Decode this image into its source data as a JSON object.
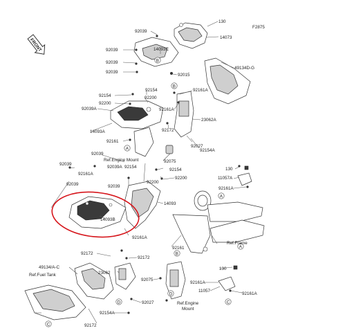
{
  "diagram": {
    "figure_code": "F2875",
    "front_label": "FRONT",
    "labels": [
      {
        "id": "l130a",
        "text": "130"
      },
      {
        "id": "l14073",
        "text": "14073"
      },
      {
        "id": "l92039a",
        "text": "92039"
      },
      {
        "id": "l92039b",
        "text": "92039"
      },
      {
        "id": "l14093c",
        "text": "14093C"
      },
      {
        "id": "l92039c",
        "text": "92039"
      },
      {
        "id": "l49134g",
        "text": "49134D-G"
      },
      {
        "id": "l92039d",
        "text": "92039"
      },
      {
        "id": "l92015",
        "text": "92015"
      },
      {
        "id": "l92154a",
        "text": "92154"
      },
      {
        "id": "l92154b",
        "text": "92154"
      },
      {
        "id": "l92161a",
        "text": "92161A"
      },
      {
        "id": "l92200a",
        "text": "92200"
      },
      {
        "id": "l92200b",
        "text": "92200"
      },
      {
        "id": "l92039e",
        "text": "92039A"
      },
      {
        "id": "l92161b",
        "text": "92161A"
      },
      {
        "id": "l23062a",
        "text": "23062A"
      },
      {
        "id": "l14093a",
        "text": "14093A"
      },
      {
        "id": "l92172a",
        "text": "92172"
      },
      {
        "id": "l92161c",
        "text": "92161"
      },
      {
        "id": "l92027a",
        "text": "92027"
      },
      {
        "id": "l92154c",
        "text": "92154A"
      },
      {
        "id": "l92039f",
        "text": "92039"
      },
      {
        "id": "l92075a",
        "text": "92075"
      },
      {
        "id": "l92039g",
        "text": "92039"
      },
      {
        "id": "lrefeng1",
        "text": "Ref.Engine Mount"
      },
      {
        "id": "l92039h",
        "text": "92039A"
      },
      {
        "id": "l92154d",
        "text": "92154"
      },
      {
        "id": "l92154e",
        "text": "92154"
      },
      {
        "id": "l92161d",
        "text": "92161A"
      },
      {
        "id": "l92039i",
        "text": "92039"
      },
      {
        "id": "l92200c",
        "text": "92200"
      },
      {
        "id": "l130b",
        "text": "130"
      },
      {
        "id": "l92200d",
        "text": "92200"
      },
      {
        "id": "l11057a",
        "text": "11057A"
      },
      {
        "id": "l92039j",
        "text": "92039"
      },
      {
        "id": "l92161e",
        "text": "92161A"
      },
      {
        "id": "l14093",
        "text": "14093"
      },
      {
        "id": "l14093b",
        "text": "14093B"
      },
      {
        "id": "l92161f",
        "text": "92161A"
      },
      {
        "id": "l92161g",
        "text": "92161"
      },
      {
        "id": "lreffr",
        "text": "Ref.Frame"
      },
      {
        "id": "l92172b",
        "text": "92172"
      },
      {
        "id": "l92172c",
        "text": "92172"
      },
      {
        "id": "l49134ac",
        "text": "49134/A-C"
      },
      {
        "id": "lreffuel",
        "text": "Ref.Fuel Tank"
      },
      {
        "id": "l23062",
        "text": "23062"
      },
      {
        "id": "l130c",
        "text": "130"
      },
      {
        "id": "l92075b",
        "text": "92075"
      },
      {
        "id": "l92161h",
        "text": "92161A"
      },
      {
        "id": "l11057b",
        "text": "11057"
      },
      {
        "id": "l92161i",
        "text": "92161A"
      },
      {
        "id": "l92027b",
        "text": "92027"
      },
      {
        "id": "lrefeng2a",
        "text": "Ref.Engine"
      },
      {
        "id": "lrefeng2b",
        "text": "Mount"
      },
      {
        "id": "l92154f",
        "text": "92154A"
      },
      {
        "id": "l92172d",
        "text": "92172"
      }
    ],
    "callouts": [
      {
        "id": "cA1",
        "text": "A"
      },
      {
        "id": "cB1",
        "text": "B"
      },
      {
        "id": "cA2",
        "text": "A"
      },
      {
        "id": "cB2",
        "text": "B"
      },
      {
        "id": "cA3",
        "text": "A"
      },
      {
        "id": "cB3",
        "text": "B"
      },
      {
        "id": "cC1",
        "text": "C"
      },
      {
        "id": "cD1",
        "text": "D"
      },
      {
        "id": "cC2",
        "text": "C"
      },
      {
        "id": "cD2",
        "text": "D"
      }
    ],
    "highlight_color": "#d6151b",
    "line_color": "#555555"
  }
}
